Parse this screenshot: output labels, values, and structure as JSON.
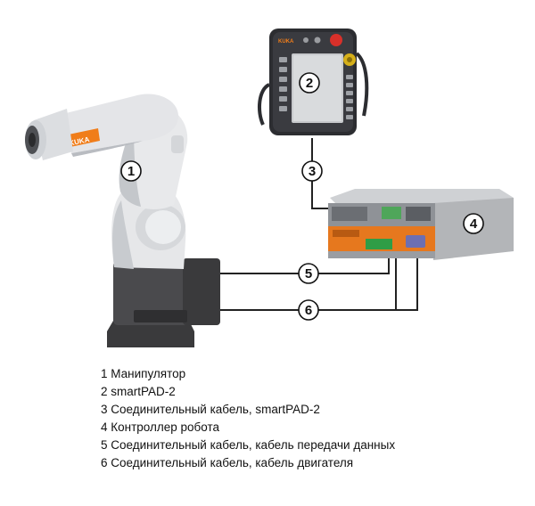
{
  "colors": {
    "robot_body": "#e6e7e9",
    "robot_shade": "#b9bcc1",
    "robot_base": "#3a3a3c",
    "kuka_orange": "#f07d1a",
    "pendant_body": "#2c2d31",
    "screen": "#c7c9cc",
    "emergency_red": "#d8302a",
    "controller_gray": "#b3b5b8",
    "cable": "#222222",
    "callout_fill": "#ffffff"
  },
  "brand": {
    "robot_logo": "KUKA",
    "pendant_logo": "KUKA"
  },
  "callouts": [
    {
      "id": "1",
      "label": "1"
    },
    {
      "id": "2",
      "label": "2"
    },
    {
      "id": "3",
      "label": "3"
    },
    {
      "id": "4",
      "label": "4"
    },
    {
      "id": "5",
      "label": "5"
    },
    {
      "id": "6",
      "label": "6"
    }
  ],
  "legend": [
    {
      "text": "1 Манипулятор"
    },
    {
      "text": "2 smartPAD-2"
    },
    {
      "text": "3 Соединительный кабель, smartPAD-2"
    },
    {
      "text": "4 Контроллер робота"
    },
    {
      "text": "5 Соединительный кабель, кабель передачи данных"
    },
    {
      "text": "6 Соединительный кабель, кабель двигателя"
    }
  ]
}
